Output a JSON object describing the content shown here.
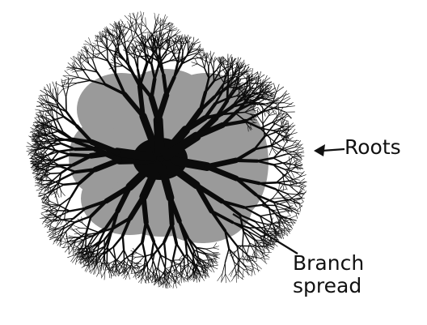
{
  "labels": {
    "roots": "Roots",
    "branch_line1": "Branch",
    "branch_line2": "spread"
  },
  "colors": {
    "roots": "#0b0b0b",
    "canopy": "#9a9a9a",
    "background": "#ffffff",
    "text": "#111111"
  },
  "icons": {
    "roots_pointer": "arrow-left-icon",
    "branch_pointer": "leader-line"
  }
}
